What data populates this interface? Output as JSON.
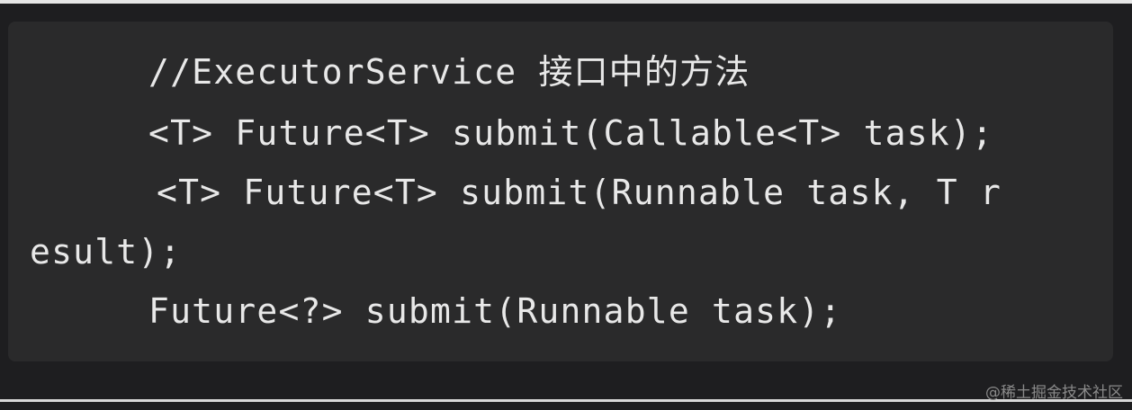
{
  "code": {
    "lines": [
      "//ExecutorService 接口中的方法",
      "<T> Future<T> submit(Callable<T> task);",
      "<T> Future<T> submit(Runnable task, T r",
      "esult);",
      "Future<?> submit(Runnable task);"
    ]
  },
  "watermark": {
    "text": "@稀土掘金技术社区"
  }
}
